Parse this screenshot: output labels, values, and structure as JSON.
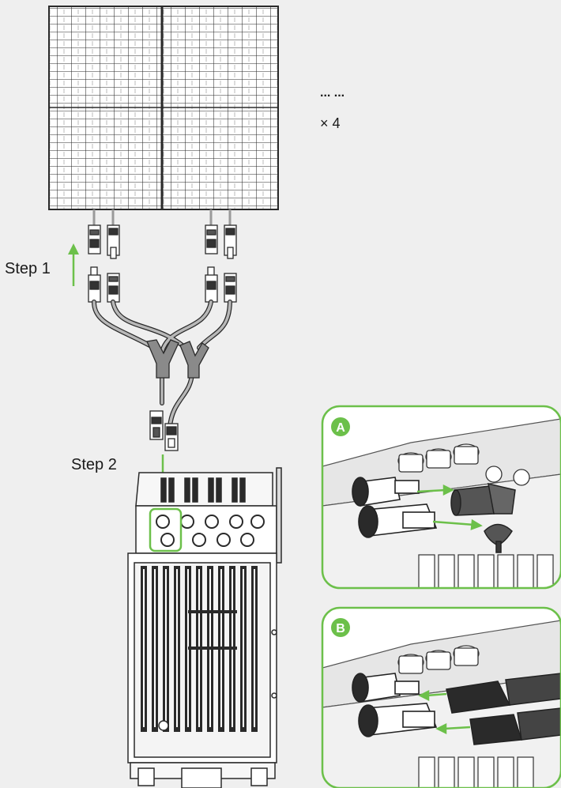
{
  "labels": {
    "ellipsis": "... ...",
    "multiplier": "× 4",
    "step1": "Step 1",
    "step2": "Step 2",
    "badge_a": "A",
    "badge_b": "B"
  },
  "colors": {
    "background": "#efefef",
    "accent_green": "#6cc04a",
    "line_dark": "#2a2a2a",
    "panel_fill": "#ffffff",
    "cable_gray": "#9a9a9a",
    "badge_text": "#ffffff"
  },
  "icons": {
    "panel": "solar-panel-icon",
    "connector": "mc4-connector-icon",
    "branch": "y-branch-connector-icon",
    "inverter": "inverter-icon"
  }
}
